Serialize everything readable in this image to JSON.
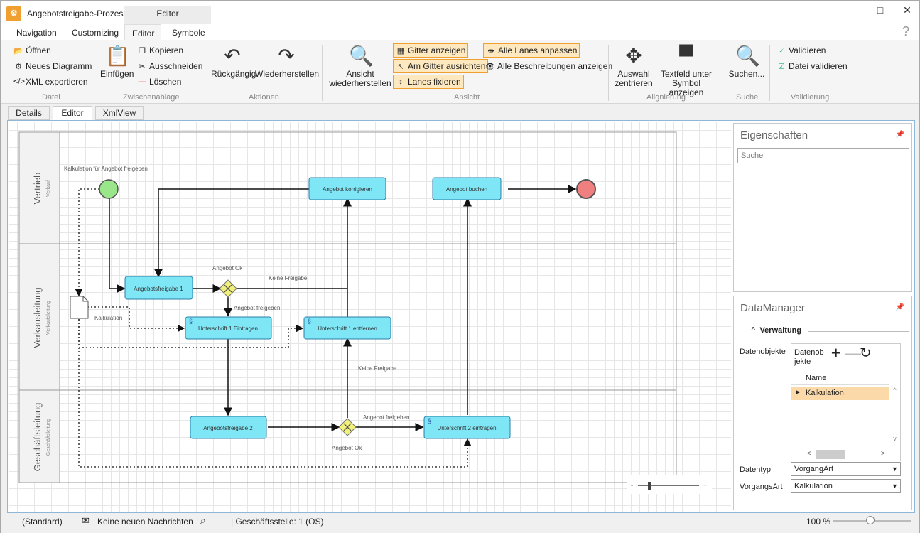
{
  "window": {
    "title": "Angebotsfreigabe-Prozess",
    "context_tab": "Editor",
    "help": "?"
  },
  "menu": {
    "tabs": [
      "Navigation",
      "Customizing",
      "Editor",
      "Symbole"
    ]
  },
  "ribbon": {
    "datei": {
      "label": "Datei",
      "items": [
        "Öffnen",
        "Neues Diagramm",
        "XML exportieren"
      ]
    },
    "zwischenablage": {
      "label": "Zwischenablage",
      "paste": "Einfügen",
      "items": [
        "Kopieren",
        "Ausschneiden",
        "Löschen"
      ]
    },
    "aktionen": {
      "label": "Aktionen",
      "undo": "Rückgängig",
      "redo": "Wiederherstellen"
    },
    "ansicht": {
      "label": "Ansicht",
      "restore_1": "Ansicht",
      "restore_2": "wiederherstellen",
      "grid_show": "Gitter anzeigen",
      "grid_align": "Am Gitter ausrichten",
      "lanes_fix": "Lanes fixieren",
      "lanes_fit": "Alle Lanes anpassen",
      "desc_show": "Alle Beschreibungen anzeigen"
    },
    "alignierung": {
      "label": "Alignierung",
      "center_1": "Auswahl",
      "center_2": "zentrieren",
      "textfield_1": "Textfeld unter",
      "textfield_2": "Symbol anzeigen"
    },
    "suche": {
      "label": "Suche",
      "search": "Suchen..."
    },
    "validierung": {
      "label": "Validierung",
      "items": [
        "Validieren",
        "Datei validieren"
      ]
    }
  },
  "doc_tabs": [
    "Details",
    "Editor",
    "XmlView"
  ],
  "diagram": {
    "lanes": [
      {
        "name": "Vertrieb",
        "sub": "Verkauf"
      },
      {
        "name": "Verkausleitung",
        "sub": "Verkaufsleitung"
      },
      {
        "name": "Geschäftsleitung",
        "sub": "Geschäftsleitung"
      }
    ],
    "tasks": {
      "t_korrigieren": "Angebot korrigieren",
      "t_buchen": "Angebot buchen",
      "t_freigabe1": "Angebotsfreigabe 1",
      "t_unterschrift1": "Unterschrift 1 Eintragen",
      "t_entfernen": "Unterschrift 1 entfernen",
      "t_freigabe2": "Angebotsfreigabe 2",
      "t_unterschrift2": "Unterschrift 2 eintragen"
    },
    "labels": {
      "start": "Kalkulation für Angebot freigeben",
      "gw1": "Angebot Ok",
      "keine1": "Keine Freigabe",
      "freigeben1": "Angebot freigeben",
      "doc": "Kalkulation",
      "keine2": "Keine Freigabe",
      "freigeben2": "Angebot freigeben",
      "gw2": "Angebot Ok"
    },
    "zoom_minus": "-",
    "zoom_plus": "+"
  },
  "properties": {
    "title": "Eigenschaften",
    "search_placeholder": "Suche"
  },
  "datamanager": {
    "title": "DataManager",
    "section": "Verwaltung",
    "objects_label": "Datenobjekte",
    "objects_caption": "Datenob jekte",
    "column": "Name",
    "rows": [
      "Kalkulation"
    ],
    "type_label": "Datentyp",
    "type_value": "VorgangArt",
    "kind_label": "VorgangsArt",
    "kind_value": "Kalkulation"
  },
  "status": {
    "standard": "(Standard)",
    "messages": "Keine neuen Nachrichten",
    "office": "| Geschäftsstelle:  1 (OS)",
    "zoom": "100 %"
  }
}
